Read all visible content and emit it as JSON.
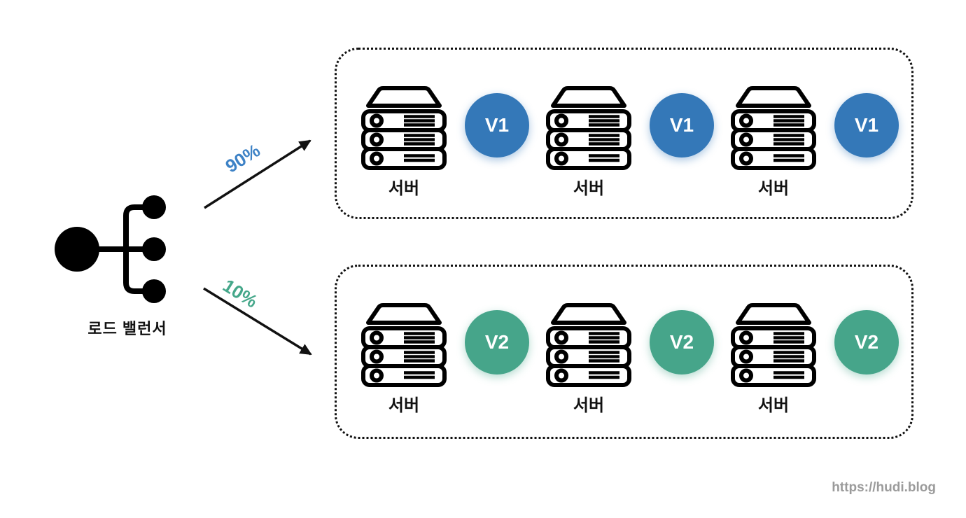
{
  "canvas": {
    "background": "#ffffff"
  },
  "load_balancer": {
    "label": "로드 밸런서"
  },
  "routes": {
    "primary": {
      "percent": "90%",
      "color": "#3d82c6",
      "direction": "up-right"
    },
    "canary": {
      "percent": "10%",
      "color": "#45a78a",
      "direction": "down-right"
    }
  },
  "groups": [
    {
      "id": "v1",
      "badge": "V1",
      "badge_color": "#3478b8",
      "servers": [
        {
          "label": "서버"
        },
        {
          "label": "서버"
        },
        {
          "label": "서버"
        }
      ]
    },
    {
      "id": "v2",
      "badge": "V2",
      "badge_color": "#46a58a",
      "servers": [
        {
          "label": "서버"
        },
        {
          "label": "서버"
        },
        {
          "label": "서버"
        }
      ]
    }
  ],
  "watermark": "https://hudi.blog"
}
